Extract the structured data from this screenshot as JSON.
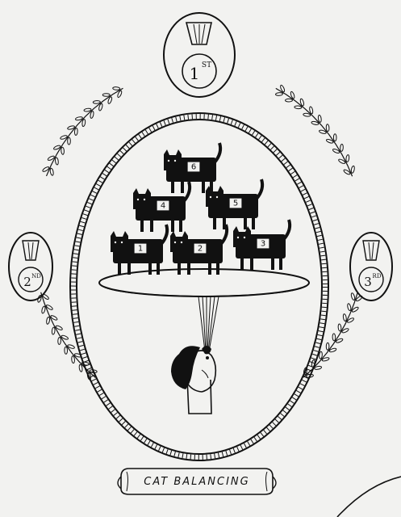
{
  "medals": {
    "first": {
      "num": "1",
      "suffix": "ST"
    },
    "second": {
      "num": "2",
      "suffix": "ND"
    },
    "third": {
      "num": "3",
      "suffix": "RD"
    }
  },
  "cats": [
    {
      "label": "1"
    },
    {
      "label": "2"
    },
    {
      "label": "3"
    },
    {
      "label": "4"
    },
    {
      "label": "5"
    },
    {
      "label": "6"
    }
  ],
  "banner": {
    "text": "CAT BALANCING"
  }
}
